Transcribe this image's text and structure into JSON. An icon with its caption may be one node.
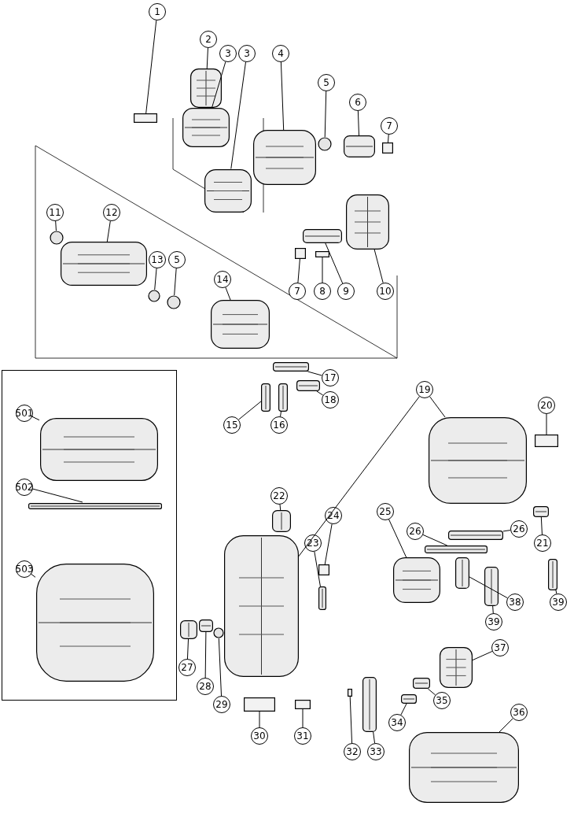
{
  "diagram": {
    "nodes": [
      {
        "text": [
          "1"
        ]
      },
      {
        "text": [],
        "shape": "box"
      },
      {
        "text": [
          "2"
        ]
      },
      {
        "text": [],
        "shape": "picture"
      },
      {
        "text": [
          "3"
        ]
      },
      {
        "text": [
          "3"
        ]
      },
      {
        "text": [],
        "shape": "picture"
      },
      {
        "text": [],
        "shape": "picture"
      },
      {
        "text": [
          "4"
        ]
      },
      {
        "text": [],
        "shape": "picture"
      },
      {
        "text": [
          "5"
        ]
      },
      {
        "text": [],
        "shape": "circle"
      },
      {
        "text": [
          "6"
        ]
      },
      {
        "text": [],
        "shape": "picture"
      },
      {
        "text": [
          "7"
        ]
      },
      {
        "text": [],
        "shape": "box"
      },
      {
        "text": [
          "11"
        ]
      },
      {
        "text": [],
        "shape": "circle"
      },
      {
        "text": [
          "12"
        ]
      },
      {
        "text": [],
        "shape": "picture"
      },
      {
        "text": [
          "13"
        ]
      },
      {
        "text": [],
        "shape": "circle"
      },
      {
        "text": [
          "5"
        ]
      },
      {
        "text": [],
        "shape": "circle"
      },
      {
        "text": [
          "14"
        ]
      },
      {
        "text": [],
        "shape": "picture"
      },
      {
        "text": [
          "7"
        ]
      },
      {
        "text": [],
        "shape": "box"
      },
      {
        "text": [
          "8"
        ]
      },
      {
        "text": [],
        "shape": "box"
      },
      {
        "text": [
          "9"
        ]
      },
      {
        "text": [],
        "shape": "picture"
      },
      {
        "text": [
          "10"
        ]
      },
      {
        "text": [],
        "shape": "picture"
      },
      {
        "text": [
          "17"
        ]
      },
      {
        "text": [],
        "shape": "picture"
      },
      {
        "text": [
          "18"
        ]
      },
      {
        "text": [],
        "shape": "picture"
      },
      {
        "text": [
          "15"
        ]
      },
      {
        "text": [],
        "shape": "picture"
      },
      {
        "text": [
          "16"
        ]
      },
      {
        "text": [],
        "shape": "picture"
      },
      {
        "text": [],
        "shape": "box"
      },
      {
        "text": [
          "501"
        ],
        "in": 42
      },
      {
        "text": [],
        "shape": "picture",
        "in": 42
      },
      {
        "text": [
          "502"
        ],
        "in": 42
      },
      {
        "text": [],
        "shape": "picture",
        "in": 42
      },
      {
        "text": [
          "503"
        ],
        "in": 42
      },
      {
        "text": [],
        "shape": "picture",
        "in": 42
      },
      {
        "text": [
          "19"
        ]
      },
      {
        "text": [],
        "shape": "picture"
      },
      {
        "text": [],
        "shape": "picture"
      },
      {
        "text": [
          "20"
        ]
      },
      {
        "text": [],
        "shape": "box"
      },
      {
        "text": [
          "21"
        ]
      },
      {
        "text": [],
        "shape": "picture"
      },
      {
        "text": [
          "22"
        ]
      },
      {
        "text": [],
        "shape": "picture"
      },
      {
        "text": [
          "24"
        ]
      },
      {
        "text": [],
        "shape": "box"
      },
      {
        "text": [
          "23"
        ]
      },
      {
        "text": [],
        "shape": "picture"
      },
      {
        "text": [
          "25"
        ]
      },
      {
        "text": [],
        "shape": "picture"
      },
      {
        "text": [
          "26"
        ]
      },
      {
        "text": [],
        "shape": "picture"
      },
      {
        "text": [
          "26"
        ]
      },
      {
        "text": [],
        "shape": "picture"
      },
      {
        "text": [
          "38"
        ]
      },
      {
        "text": [],
        "shape": "picture"
      },
      {
        "text": [
          "39"
        ]
      },
      {
        "text": [],
        "shape": "picture"
      },
      {
        "text": [
          "39"
        ]
      },
      {
        "text": [],
        "shape": "picture"
      },
      {
        "text": [
          "37"
        ]
      },
      {
        "text": [],
        "shape": "picture"
      },
      {
        "text": [
          "27"
        ]
      },
      {
        "text": [],
        "shape": "picture"
      },
      {
        "text": [
          "28"
        ]
      },
      {
        "text": [],
        "shape": "picture"
      },
      {
        "text": [
          "29"
        ]
      },
      {
        "text": [],
        "shape": "circle"
      },
      {
        "text": [
          "30"
        ]
      },
      {
        "text": [],
        "shape": "box"
      },
      {
        "text": [
          "31"
        ]
      },
      {
        "text": [],
        "shape": "box"
      },
      {
        "text": [
          "35"
        ]
      },
      {
        "text": [],
        "shape": "picture"
      },
      {
        "text": [
          "34"
        ]
      },
      {
        "text": [],
        "shape": "picture"
      },
      {
        "text": [
          "32"
        ]
      },
      {
        "text": [],
        "shape": "box"
      },
      {
        "text": [
          "33"
        ]
      },
      {
        "text": [],
        "shape": "picture"
      },
      {
        "text": [
          "36"
        ]
      },
      {
        "text": [],
        "shape": "picture"
      }
    ],
    "edges": [
      {
        "from": 0,
        "to": 1,
        "arrow": "none"
      },
      {
        "from": 2,
        "to": 3,
        "arrow": "none"
      },
      {
        "from": 4,
        "to": 6,
        "arrow": "none"
      },
      {
        "from": 5,
        "to": 7,
        "arrow": "none"
      },
      {
        "from": 8,
        "to": 9,
        "arrow": "none"
      },
      {
        "from": 10,
        "to": 11,
        "arrow": "none"
      },
      {
        "from": 12,
        "to": 13,
        "arrow": "none"
      },
      {
        "from": 14,
        "to": 15,
        "arrow": "none"
      },
      {
        "from": 16,
        "to": 17,
        "arrow": "none"
      },
      {
        "from": 18,
        "to": 19,
        "arrow": "none"
      },
      {
        "from": 20,
        "to": 21,
        "arrow": "none"
      },
      {
        "from": 22,
        "to": 23,
        "arrow": "none"
      },
      {
        "from": 24,
        "to": 25,
        "arrow": "none"
      },
      {
        "from": 26,
        "to": 27,
        "arrow": "none"
      },
      {
        "from": 28,
        "to": 29,
        "arrow": "none"
      },
      {
        "from": 30,
        "to": 31,
        "arrow": "none"
      },
      {
        "from": 32,
        "to": 33,
        "arrow": "none"
      },
      {
        "from": 34,
        "to": 35,
        "arrow": "none"
      },
      {
        "from": 36,
        "to": 37,
        "arrow": "none"
      },
      {
        "from": 38,
        "to": 39,
        "arrow": "none"
      },
      {
        "from": 40,
        "to": 41,
        "arrow": "none"
      },
      {
        "from": 43,
        "to": 44,
        "arrow": "none"
      },
      {
        "from": 45,
        "to": 46,
        "arrow": "none"
      },
      {
        "from": 47,
        "to": 48,
        "arrow": "none"
      },
      {
        "from": 49,
        "to": 50,
        "arrow": "none"
      },
      {
        "from": 49,
        "to": 51,
        "arrow": "none"
      },
      {
        "from": 52,
        "to": 53,
        "arrow": "none"
      },
      {
        "from": 54,
        "to": 55,
        "arrow": "none"
      },
      {
        "from": 56,
        "to": 57,
        "arrow": "none"
      },
      {
        "from": 58,
        "to": 59,
        "arrow": "none"
      },
      {
        "from": 60,
        "to": 61,
        "arrow": "none"
      },
      {
        "from": 62,
        "to": 63,
        "arrow": "none"
      },
      {
        "from": 64,
        "to": 65,
        "arrow": "none"
      },
      {
        "from": 66,
        "to": 67,
        "arrow": "none"
      },
      {
        "from": 68,
        "to": 69,
        "arrow": "none"
      },
      {
        "from": 70,
        "to": 71,
        "arrow": "none"
      },
      {
        "from": 72,
        "to": 73,
        "arrow": "none"
      },
      {
        "from": 74,
        "to": 75,
        "arrow": "none"
      },
      {
        "from": 76,
        "to": 77,
        "arrow": "none"
      },
      {
        "from": 78,
        "to": 79,
        "arrow": "none"
      },
      {
        "from": 80,
        "to": 81,
        "arrow": "none"
      },
      {
        "from": 82,
        "to": 83,
        "arrow": "none"
      },
      {
        "from": 84,
        "to": 85,
        "arrow": "none"
      },
      {
        "from": 86,
        "to": 87,
        "arrow": "none"
      },
      {
        "from": 88,
        "to": 89,
        "arrow": "none"
      },
      {
        "from": 90,
        "to": 91,
        "arrow": "none"
      },
      {
        "from": 92,
        "to": 93,
        "arrow": "none"
      },
      {
        "from": 94,
        "to": 95,
        "arrow": "none"
      }
    ]
  }
}
